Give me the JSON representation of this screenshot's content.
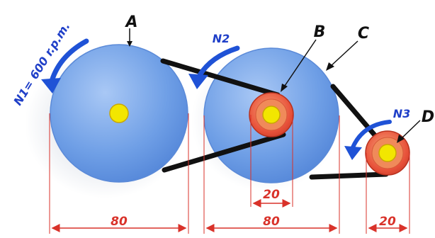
{
  "diagram": {
    "labels": {
      "a": "A",
      "b": "B",
      "c": "C",
      "d": "D",
      "n1": "N1= 600 r.p.m.",
      "n2": "N2",
      "n3": "N3"
    },
    "dimensions": {
      "d_a": "80",
      "d_b": "20",
      "d_c": "80",
      "d_d": "20"
    },
    "colors": {
      "large_pulley": "#6f9fe6",
      "large_pulley_edge": "#3f6fc0",
      "small_pulley_outer": "#e8523a",
      "small_pulley_mid": "#f08a5a",
      "hub": "#f2e600",
      "belt": "#111111",
      "dimension_line": "#d9322a",
      "rotation_arrow": "#1f52d6",
      "label_text": "#111111",
      "n_text": "#1f3fc8"
    }
  }
}
